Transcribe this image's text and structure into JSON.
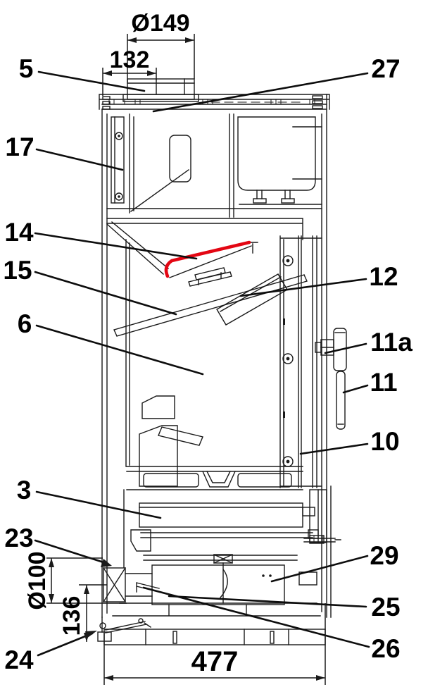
{
  "diagram": {
    "background_color": "#ffffff",
    "line_color": "#1a1a1a",
    "highlight_color": "#e30613",
    "highlighted_part_callout": "14"
  },
  "callouts": {
    "c5": {
      "label": "5"
    },
    "c27": {
      "label": "27"
    },
    "c17": {
      "label": "17"
    },
    "c14": {
      "label": "14"
    },
    "c15": {
      "label": "15"
    },
    "c12": {
      "label": "12"
    },
    "c6": {
      "label": "6"
    },
    "c11a": {
      "label": "11a"
    },
    "c11": {
      "label": "11"
    },
    "c10": {
      "label": "10"
    },
    "c3": {
      "label": "3"
    },
    "c23": {
      "label": "23"
    },
    "c29": {
      "label": "29"
    },
    "c25": {
      "label": "25"
    },
    "c26": {
      "label": "26"
    },
    "c24": {
      "label": "24"
    }
  },
  "dimensions": {
    "flue_diameter": {
      "label": "Ø149"
    },
    "flue_inner_width": {
      "label": "132"
    },
    "air_inlet_diameter": {
      "label": "Ø100"
    },
    "air_inlet_height": {
      "label": "136"
    },
    "base_width": {
      "label": "477"
    }
  }
}
